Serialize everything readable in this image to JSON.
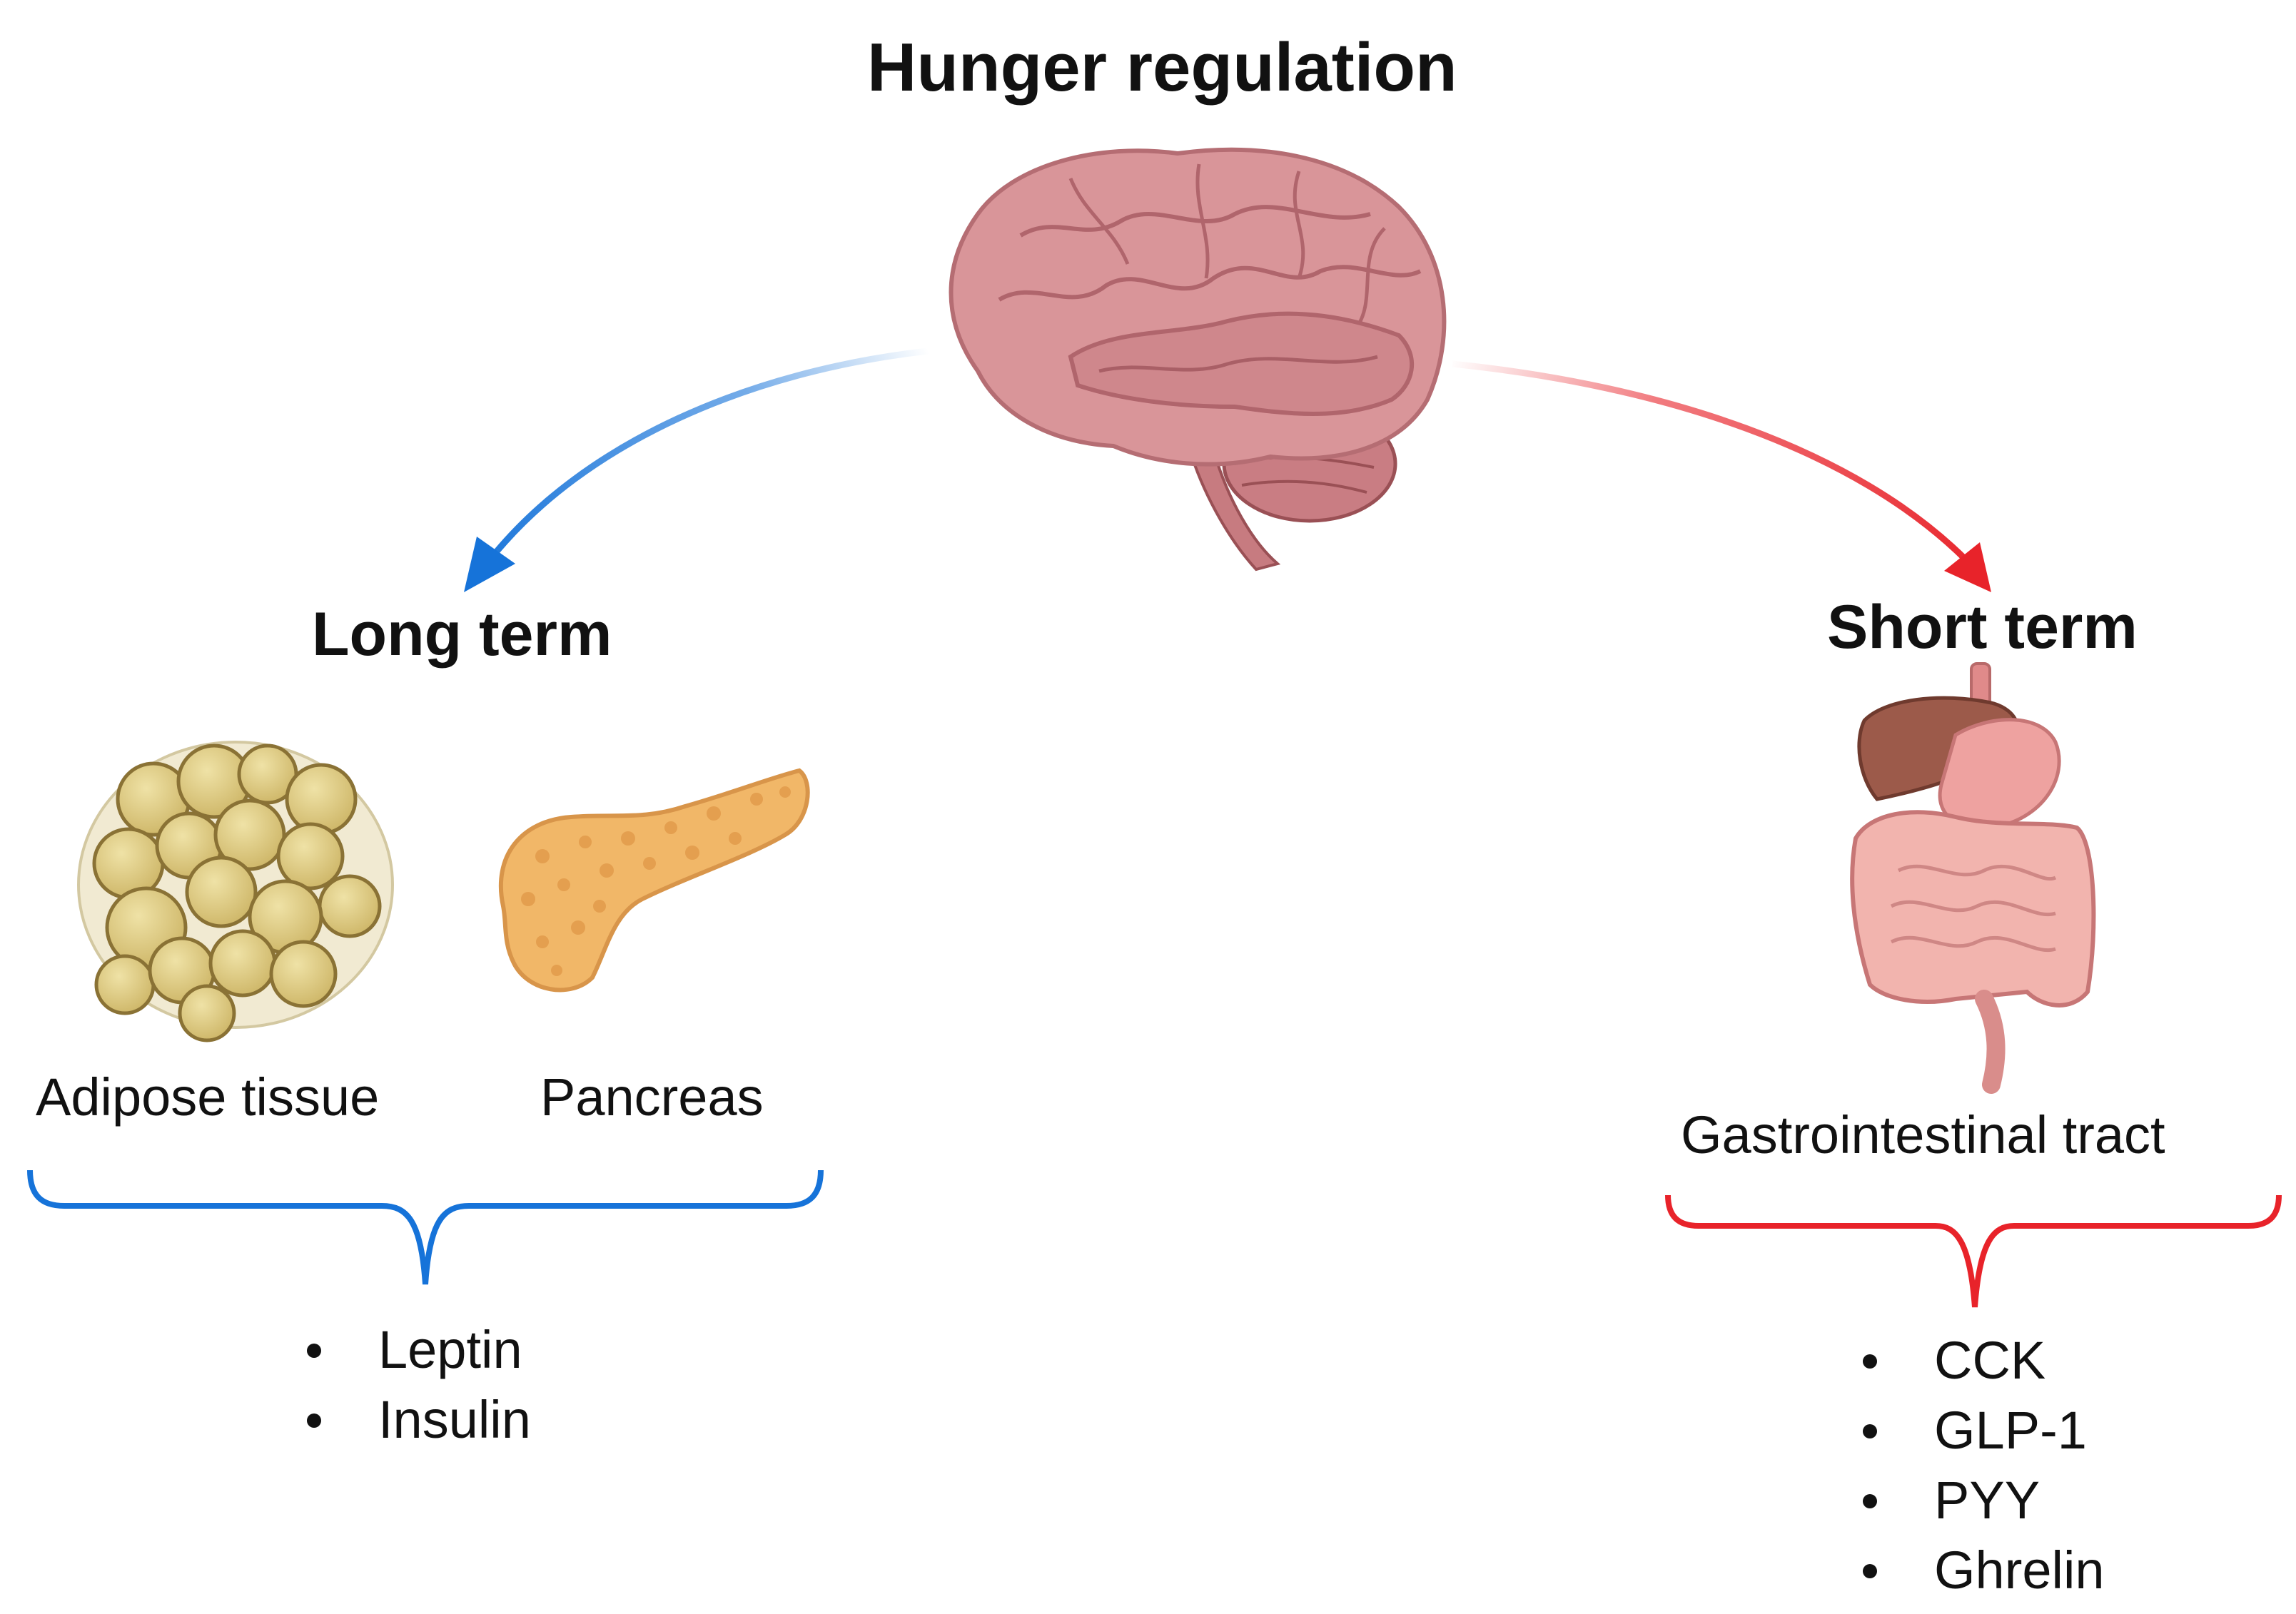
{
  "title": "Hunger regulation",
  "colors": {
    "long_term": "#1673d9",
    "short_term": "#e8232a"
  },
  "icons": [
    "brain-icon",
    "adipose-tissue-icon",
    "pancreas-icon",
    "gastrointestinal-tract-icon"
  ],
  "long_term": {
    "heading": "Long term",
    "organs": [
      "Adipose tissue",
      "Pancreas"
    ],
    "hormones": [
      "Leptin",
      "Insulin"
    ]
  },
  "short_term": {
    "heading": "Short term",
    "organ": "Gastrointestinal tract",
    "hormones": [
      "CCK",
      "GLP-1",
      "PYY",
      "Ghrelin"
    ]
  }
}
